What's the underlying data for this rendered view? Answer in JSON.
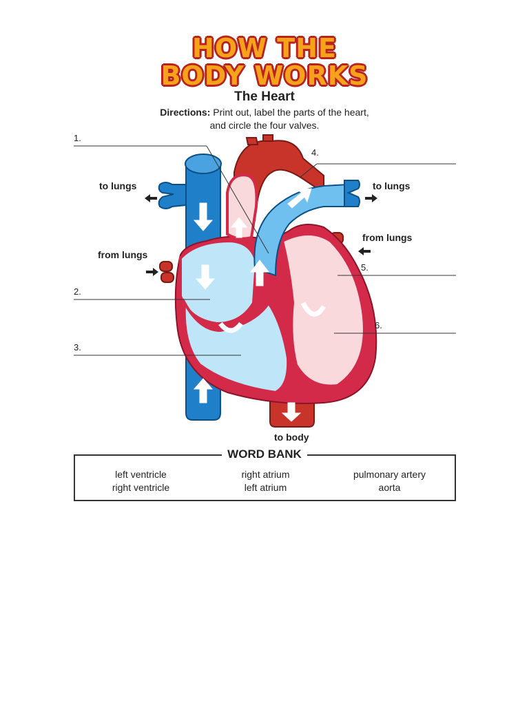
{
  "title": {
    "line1": "HOW THE",
    "line2": "BODY WORKS"
  },
  "subtitle": "The Heart",
  "directions": {
    "label": "Directions:",
    "text_line1": " Print out, label the parts of the heart,",
    "text_line2": "and circle the four valves."
  },
  "diagram_labels": {
    "to_lungs_left": "to lungs",
    "to_lungs_right": "to lungs",
    "from_lungs_left": "from lungs",
    "from_lungs_right": "from lungs",
    "to_body": "to body"
  },
  "blanks": [
    "1.",
    "2.",
    "3.",
    "4.",
    "5.",
    "6."
  ],
  "word_bank": {
    "title": "WORD BANK",
    "col1": [
      "left ventricle",
      "right ventricle"
    ],
    "col2": [
      "right atrium",
      "left atrium"
    ],
    "col3": [
      "pulmonary artery",
      "aorta"
    ]
  },
  "colors": {
    "title_fill": "#f7a21b",
    "title_outline": "#b8231f",
    "blue_dark": "#1f7fc8",
    "blue_light": "#bfe6f8",
    "red_dark": "#c8332a",
    "pink_light": "#f9d9dc",
    "crimson_outline": "#d42a4a"
  }
}
